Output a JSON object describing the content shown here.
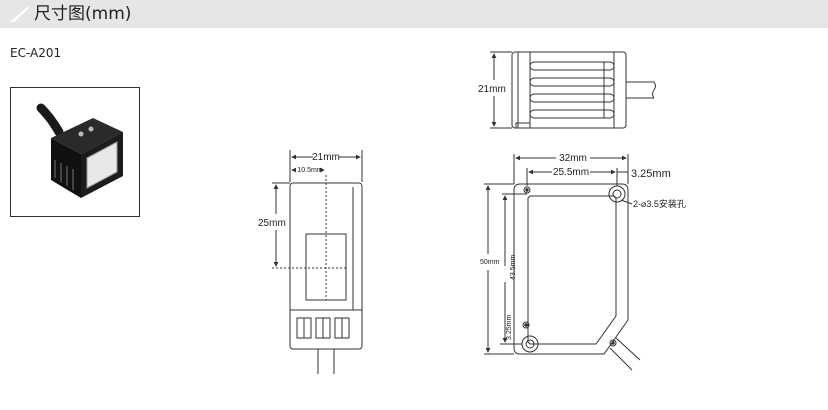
{
  "header": {
    "title": "尺寸图(mm)"
  },
  "product": {
    "model": "EC-A201"
  },
  "front_view": {
    "width_label": "21mm",
    "offset_label": "10.5mm",
    "height_label": "25mm"
  },
  "top_view": {
    "height_label": "21mm"
  },
  "side_view": {
    "width_label": "32mm",
    "hole_spacing_label": "25.5mm",
    "edge_offset_label": "3.25mm",
    "hole_label": "2-⌀3.5安装孔",
    "height_label": "50mm",
    "hole_height_label": "43.5mm",
    "bottom_offset_label": "3.25mm"
  },
  "colors": {
    "header_bg": "#e6e6e6",
    "line": "#333333"
  }
}
